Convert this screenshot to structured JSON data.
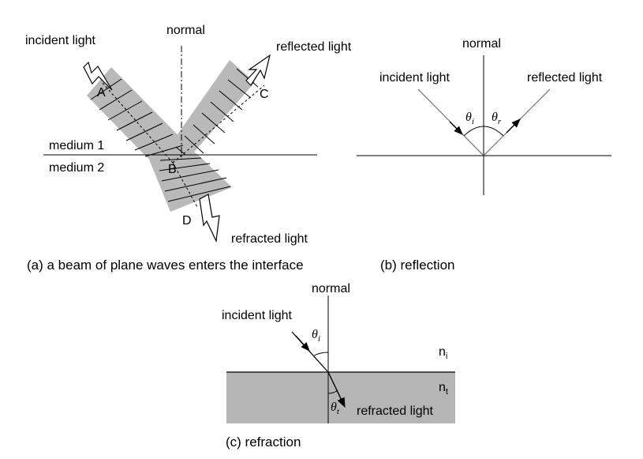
{
  "panel_a": {
    "normal": "normal",
    "incident": "incident light",
    "reflected": "reflected light",
    "refracted": "refracted light",
    "medium1": "medium 1",
    "medium2": "medium 2",
    "point_a": "A",
    "point_b": "B",
    "point_c": "C",
    "point_d": "D",
    "caption": "(a) a beam of plane waves enters the interface"
  },
  "panel_b": {
    "normal": "normal",
    "incident": "incident light",
    "reflected": "reflected light",
    "theta": "θ",
    "sub_i": "i",
    "sub_r": "r",
    "caption": "(b) reflection"
  },
  "panel_c": {
    "normal": "normal",
    "incident": "incident light",
    "refracted": "refracted light",
    "theta": "θ",
    "sub_i": "i",
    "sub_t": "t",
    "n": "n",
    "n_i_sub": "i",
    "n_t_sub": "t",
    "caption": "(c) refraction"
  },
  "colors": {
    "beam_fill": "#b9b9b9",
    "medium_fill": "#b5b5b5",
    "line": "#000000"
  }
}
